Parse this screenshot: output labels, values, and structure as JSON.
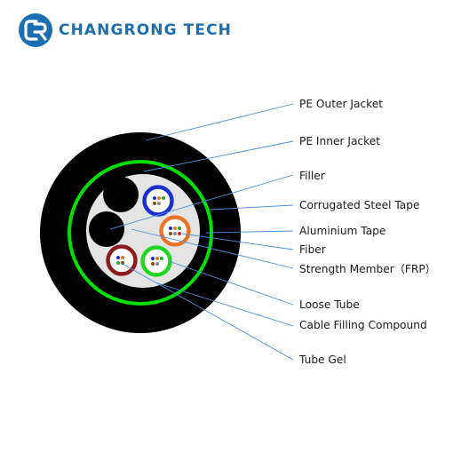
{
  "brand": {
    "name": "CHANGRONG TECH",
    "color": "#1b6fb0",
    "logo_icon": "cr-monogram-logo"
  },
  "cross_section": {
    "colors": {
      "outer_jacket": "#000000",
      "steel_tape": "#00e000",
      "inner_jacket": "#000000",
      "filling": "#e4e4e4",
      "filler": "#000000",
      "tube_blue": "#1a2fcf",
      "tube_orange": "#e7762a",
      "tube_brown": "#8b1a1a",
      "tube_green": "#22d422",
      "leader": "#4a90d9"
    },
    "labels": [
      "PE Outer Jacket",
      "PE  Inner Jacket",
      "Filler",
      "Corrugated Steel Tape",
      "Aluminium  Tape",
      "Fiber",
      "Strength  Member（FRP）",
      "Loose Tube",
      "Cable Filling Compound",
      "Tube Gel"
    ]
  }
}
